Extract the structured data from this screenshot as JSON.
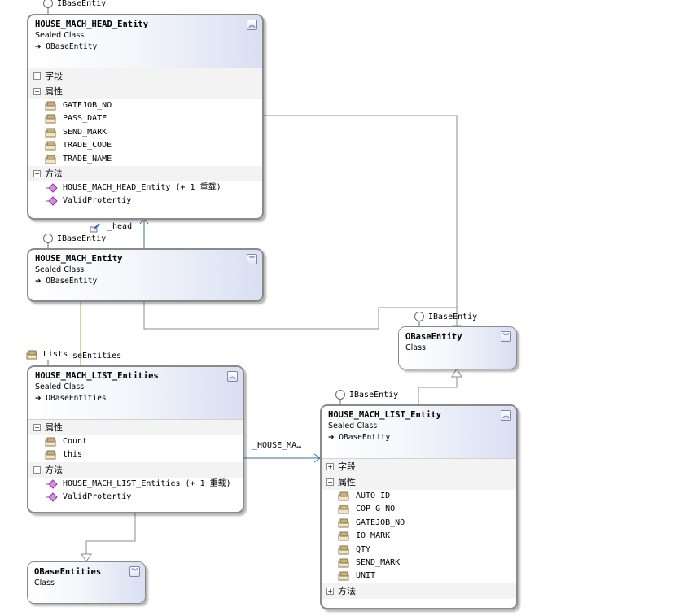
{
  "interface_label": "IBaseEntiy",
  "shapes": {
    "head": {
      "title": "HOUSE_MACH_HEAD_Entity",
      "kind": "Sealed Class",
      "base": "OBaseEntity",
      "toggle": "collapse",
      "sections": [
        {
          "label": "字段",
          "expanded": false,
          "items": []
        },
        {
          "label": "属性",
          "expanded": true,
          "items": [
            "GATEJOB_NO",
            "PASS_DATE",
            "SEND_MARK",
            "TRADE_CODE",
            "TRADE_NAME"
          ]
        },
        {
          "label": "方法",
          "expanded": true,
          "items": [
            "HOUSE_MACH_HEAD_Entity (+ 1 重载)",
            "ValidProtertiy"
          ]
        }
      ]
    },
    "mach": {
      "title": "HOUSE_MACH_Entity",
      "kind": "Sealed Class",
      "base": "OBaseEntity",
      "toggle": "expand"
    },
    "obase": {
      "title": "OBaseEntity",
      "kind": "Class",
      "toggle": "expand"
    },
    "listentities": {
      "title": "HOUSE_MACH_LIST_Entities",
      "kind": "Sealed Class",
      "base": "OBaseEntities",
      "toggle": "collapse",
      "sections": [
        {
          "label": "属性",
          "expanded": true,
          "items": [
            "Count",
            "this"
          ]
        },
        {
          "label": "方法",
          "expanded": true,
          "items": [
            "HOUSE_MACH_LIST_Entities (+ 1 重载)",
            "ValidProtertiy"
          ]
        }
      ]
    },
    "listentity": {
      "title": "HOUSE_MACH_LIST_Entity",
      "kind": "Sealed Class",
      "base": "OBaseEntity",
      "toggle": "collapse",
      "sections": [
        {
          "label": "字段",
          "expanded": false,
          "items": []
        },
        {
          "label": "属性",
          "expanded": true,
          "items": [
            "AUTO_ID",
            "COP_G_NO",
            "GATEJOB_NO",
            "IO_MARK",
            "QTY",
            "SEND_MARK",
            "UNIT"
          ]
        },
        {
          "label": "方法",
          "expanded": false,
          "items": []
        }
      ]
    },
    "obaseentities": {
      "title": "OBaseEntities",
      "kind": "Class",
      "toggle": "expand"
    }
  },
  "associations": {
    "head": "_head",
    "lists_left": "Lists",
    "lists_right": "seEntities",
    "house_ma": "_HOUSE_MA…"
  }
}
